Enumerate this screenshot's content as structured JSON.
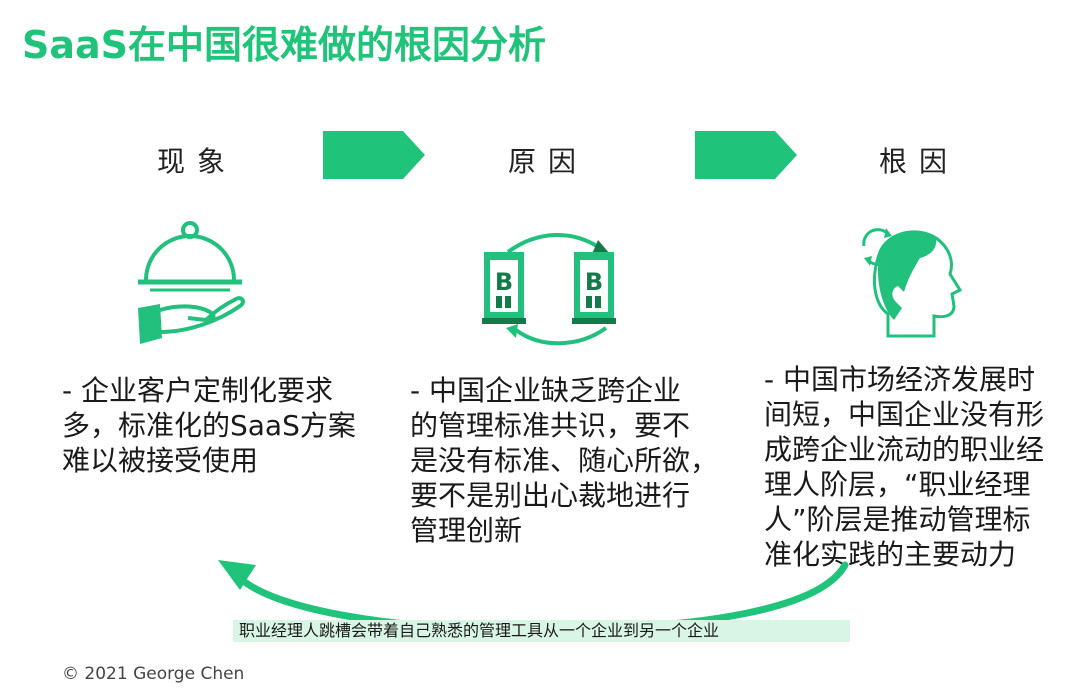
{
  "title": "SaaS在中国很难做的根因分析",
  "stages": {
    "phenomenon": "现象",
    "cause": "原因",
    "root_cause": "根因"
  },
  "icons": {
    "phenomenon": "serving-cloche-icon",
    "cause": "building-exchange-icon",
    "root_cause": "head-refresh-icon"
  },
  "descriptions": {
    "phenomenon": [
      "- 企业客户定制化要求",
      "多，标准化的SaaS方案",
      "难以被接受使用"
    ],
    "cause": [
      "- 中国企业缺乏跨企业",
      "的管理标准共识，要不",
      "是没有标准、随心所欲，",
      "要不是别出心裁地进行",
      "管理创新"
    ],
    "root_cause": [
      "- 中国市场经济发展时",
      "间短，中国企业没有形",
      "成跨企业流动的职业经",
      "理人阶层，“职业经理",
      "人”阶层是推动管理标",
      "准化实践的主要动力"
    ]
  },
  "building_letter": "B",
  "caption": "职业经理人跳槽会带着自己熟悉的管理工具从一个企业到另一个企业",
  "copyright": "© 2021 George Chen",
  "colors": {
    "accent": "#1fc47a",
    "icon_green": "#21c07c",
    "dark_green": "#137a4a",
    "caption_bg": "#d9f5e6"
  }
}
